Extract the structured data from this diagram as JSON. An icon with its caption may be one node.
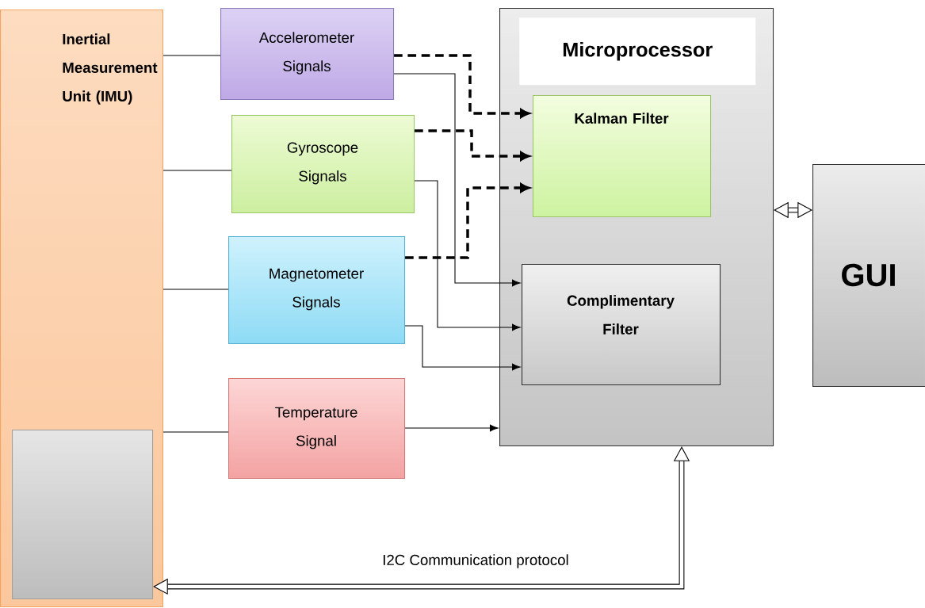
{
  "diagram": {
    "nodes": [
      {
        "text": [
          "Inertial Measurement Unit (IMU)"
        ]
      },
      {
        "text": [],
        "shape": "box",
        "in": 0
      },
      {
        "text": [
          "Accelerometer Signals"
        ]
      },
      {
        "text": [
          "Gyroscope Signals"
        ]
      },
      {
        "text": [
          "Magnetometer Signals"
        ]
      },
      {
        "text": [
          "Temperature Signal"
        ]
      },
      {
        "text": [
          "Microprocessor"
        ]
      },
      {
        "text": [
          "Kalman Filter"
        ],
        "in": 6
      },
      {
        "text": [
          "Complimentary Filter"
        ],
        "in": 6
      },
      {
        "text": [
          "GUI"
        ]
      }
    ],
    "edges": [
      {
        "from": 0,
        "to": 2,
        "arrow": "none"
      },
      {
        "from": 0,
        "to": 3,
        "arrow": "none"
      },
      {
        "from": 0,
        "to": 4,
        "arrow": "none"
      },
      {
        "from": 0,
        "to": 5,
        "arrow": "none"
      },
      {
        "from": 2,
        "to": 7,
        "arrow": "to",
        "style": "dashed"
      },
      {
        "from": 3,
        "to": 7,
        "arrow": "to",
        "style": "dashed"
      },
      {
        "from": 4,
        "to": 7,
        "arrow": "to",
        "style": "dashed"
      },
      {
        "from": 2,
        "to": 8,
        "arrow": "to"
      },
      {
        "from": 3,
        "to": 8,
        "arrow": "to"
      },
      {
        "from": 4,
        "to": 8,
        "arrow": "to"
      },
      {
        "from": 5,
        "to": 6,
        "arrow": "to"
      },
      {
        "from": 6,
        "to": 9,
        "arrow": "both",
        "style": "thick"
      },
      {
        "from": 6,
        "to": 1,
        "arrow": "both",
        "style": "thick",
        "label": "I2C Communication protocol"
      }
    ]
  }
}
